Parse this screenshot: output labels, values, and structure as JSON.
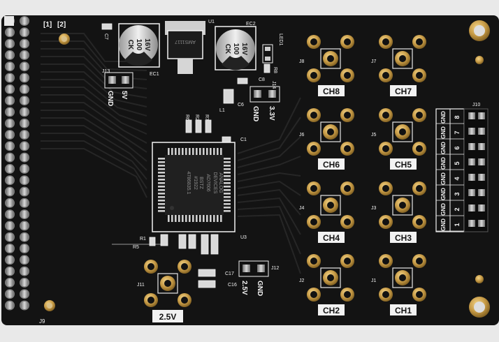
{
  "board": {
    "header_label_1": "[1]",
    "header_label_2": "[2]",
    "left_header_ref": "J9",
    "right_header_ref": "J10",
    "right_header_numbers": [
      "8",
      "7",
      "6",
      "5",
      "4",
      "3",
      "2",
      "1"
    ],
    "right_header_gnd": "GND",
    "chip_text": [
      "ANALOG",
      "DEVICES",
      "AD7606",
      "BSTZ",
      "#1922",
      "4786835.1"
    ],
    "regulator_text": "AMS1117",
    "regulator_ref": "U1",
    "chip_ref": "U3",
    "cap_texts": {
      "ec1": [
        "CK",
        "100",
        "16V"
      ],
      "ec2": [
        "CK",
        "100",
        "16V"
      ]
    },
    "cap_refs": {
      "ec1": "EC1",
      "ec2": "EC2"
    },
    "led_ref": "LED1",
    "j13": {
      "ref": "J13",
      "gnd": "GND",
      "v": "5V"
    },
    "j14": {
      "ref": "J14",
      "gnd": "GND",
      "v": "3.3V"
    },
    "j12": {
      "ref": "J12",
      "v": "2.5V",
      "gnd": "GND"
    },
    "j11": {
      "ref": "J11",
      "label": "2.5V"
    },
    "small_refs": [
      "C7",
      "C8",
      "R8",
      "C6",
      "L1",
      "C1",
      "R6",
      "R2",
      "R7",
      "R1",
      "R5",
      "C17",
      "C16"
    ],
    "channels": [
      {
        "ref": "J8",
        "label": "CH8"
      },
      {
        "ref": "J7",
        "label": "CH7"
      },
      {
        "ref": "J6",
        "label": "CH6"
      },
      {
        "ref": "J5",
        "label": "CH5"
      },
      {
        "ref": "J4",
        "label": "CH4"
      },
      {
        "ref": "J3",
        "label": "CH3"
      },
      {
        "ref": "J2",
        "label": "CH2"
      },
      {
        "ref": "J1",
        "label": "CH1"
      }
    ]
  },
  "colors": {
    "background": "#e9e9e9",
    "pcb": "#131313",
    "silk": "#f2f2f2",
    "gold": "#c69a45",
    "pin": "#a8a8a8"
  }
}
